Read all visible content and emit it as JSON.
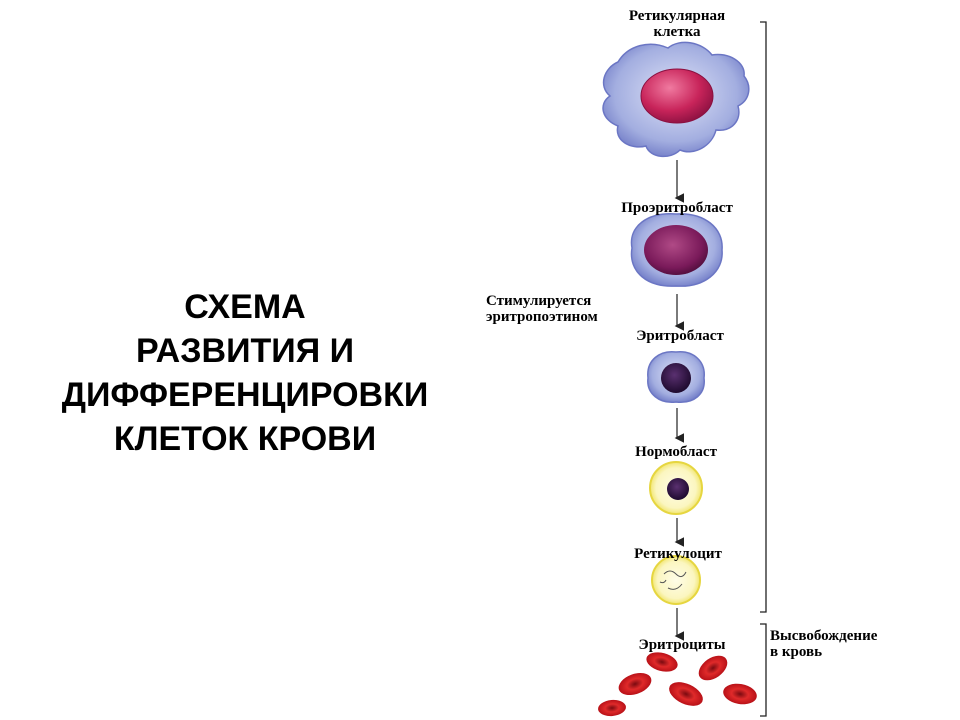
{
  "title_lines": [
    "СХЕМА",
    "РАЗВИТИЯ И",
    "ДИФФЕРЕНЦИРОВКИ",
    "КЛЕТОК КРОВИ"
  ],
  "stages": [
    {
      "lines": [
        "Ретикулярная",
        "клетка"
      ]
    },
    {
      "lines": [
        "Проэритробласт"
      ]
    },
    {
      "lines": [
        "Эритробласт"
      ]
    },
    {
      "lines": [
        "Нормобласт"
      ]
    },
    {
      "lines": [
        "Ретикулоцит"
      ]
    },
    {
      "lines": [
        "Эритроциты"
      ]
    }
  ],
  "side_note": [
    "Стимулируется",
    "эритропоэтином"
  ],
  "release_note": [
    "Высвобождение",
    "в кровь"
  ],
  "colors": {
    "cytoplasm_blue": "#9aa6dc",
    "cytoplasm_edge": "#6b76c4",
    "nucleus_pink": "#c8245a",
    "nucleus_purple": "#7a1a5a",
    "nucleus_dark": "#2a1040",
    "yellow_halo": "#f5ec7a",
    "erythrocyte_red": "#c8141c"
  }
}
